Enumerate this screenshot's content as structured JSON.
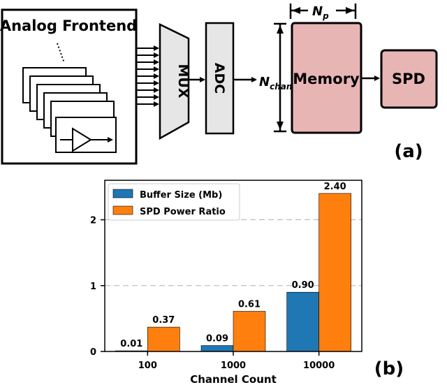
{
  "diagram": {
    "frontend_label": "Analog Frontend",
    "mux_label": "MUX",
    "adc_label": "ADC",
    "memory_label": "Memory",
    "spd_label": "SPD",
    "np_symbol": "N",
    "np_sub": "p",
    "nchan_symbol": "N",
    "nchan_sub": "chan",
    "panel_label": "(a)",
    "colors": {
      "box_fill": "#e6e6e6",
      "memory_fill": "#e8b5b5"
    }
  },
  "chart_panel_label": "(b)",
  "chart_data": {
    "type": "bar",
    "categories": [
      "100",
      "1000",
      "10000"
    ],
    "series": [
      {
        "name": "Buffer Size (Mb)",
        "values": [
          0.01,
          0.09,
          0.9
        ],
        "labels": [
          "0.01",
          "0.09",
          "0.90"
        ],
        "color": "#1f77b4"
      },
      {
        "name": "SPD Power Ratio",
        "values": [
          0.37,
          0.61,
          2.4
        ],
        "labels": [
          "0.37",
          "0.61",
          "2.40"
        ],
        "color": "#ff7f0e"
      }
    ],
    "xlabel": "Channel Count",
    "ylabel": "",
    "ylim": [
      0,
      2.6
    ],
    "yticks": [
      "0",
      "1",
      "2"
    ],
    "grid": "horizontal dashed",
    "legend": "top-left"
  }
}
